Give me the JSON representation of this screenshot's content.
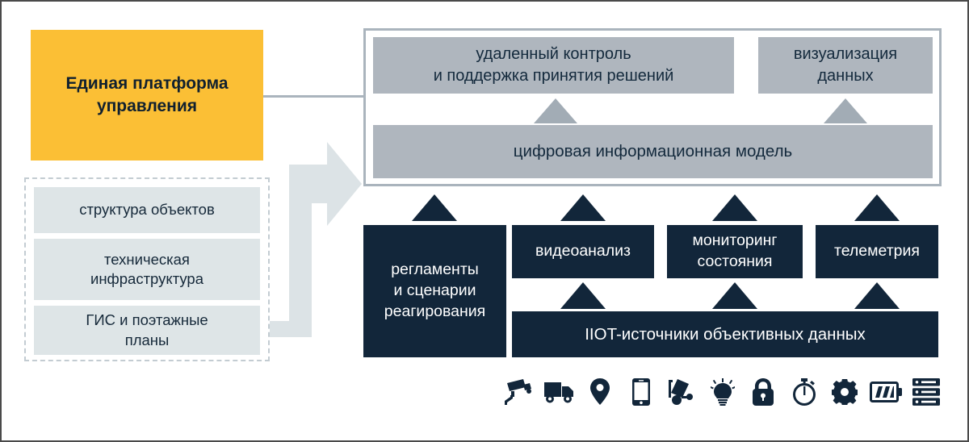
{
  "diagram": {
    "title": "Единая платформа управления",
    "platform": {
      "label": "Единая платформа\nуправления"
    },
    "inputs": {
      "items": [
        {
          "label": "структура объектов"
        },
        {
          "label": "техническая\nинфраструктура"
        },
        {
          "label": "ГИС и поэтажные\nпланы"
        }
      ]
    },
    "outputs": {
      "items": [
        {
          "label": "удаленный контроль\nи поддержка принятия решений"
        },
        {
          "label": "визуализация\nданных"
        }
      ],
      "core": {
        "label": "цифровая информационная модель"
      }
    },
    "services": {
      "items": [
        {
          "label": "регламенты\nи сценарии\nреагирования"
        },
        {
          "label": "видеоанализ"
        },
        {
          "label": "мониторинг\nсостояния"
        },
        {
          "label": "телеметрия"
        }
      ]
    },
    "sources": {
      "label": "IIOT-источники объективных данных"
    },
    "icons": [
      {
        "name": "security-camera-icon"
      },
      {
        "name": "truck-icon"
      },
      {
        "name": "map-pin-icon"
      },
      {
        "name": "smartphone-icon"
      },
      {
        "name": "hand-truck-icon"
      },
      {
        "name": "lightbulb-icon"
      },
      {
        "name": "padlock-icon"
      },
      {
        "name": "stopwatch-icon"
      },
      {
        "name": "gear-icon"
      },
      {
        "name": "battery-icon"
      },
      {
        "name": "server-rack-icon"
      }
    ],
    "colors": {
      "accent_yellow": "#FBBF35",
      "gray_box": "#AFB6BE",
      "light_box": "#DEE5E7",
      "dark_navy": "#12263A",
      "outline_gray": "#AAB4BD",
      "frame_border": "#4A4A4A"
    }
  }
}
